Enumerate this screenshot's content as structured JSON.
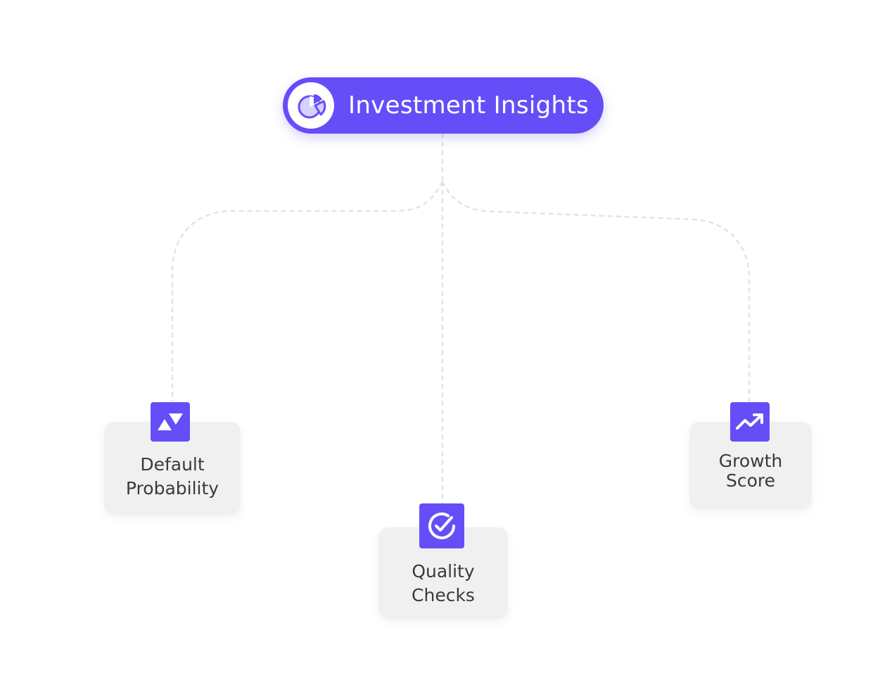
{
  "root": {
    "title": "Investment Insights",
    "icon": "pie-chart-icon"
  },
  "nodes": [
    {
      "id": "default-probability",
      "label_lines": [
        "Default",
        "Probability"
      ],
      "icon": "up-down-triangles-icon"
    },
    {
      "id": "quality-checks",
      "label_lines": [
        "Quality",
        "Checks"
      ],
      "icon": "check-circle-icon"
    },
    {
      "id": "growth-score",
      "label_lines": [
        "Growth",
        "Score"
      ],
      "icon": "trending-up-icon"
    }
  ],
  "colors": {
    "accent": "#654ef8",
    "card": "#f0f0f0",
    "connector": "#e3e3e6",
    "text": "#3a3a3c"
  }
}
